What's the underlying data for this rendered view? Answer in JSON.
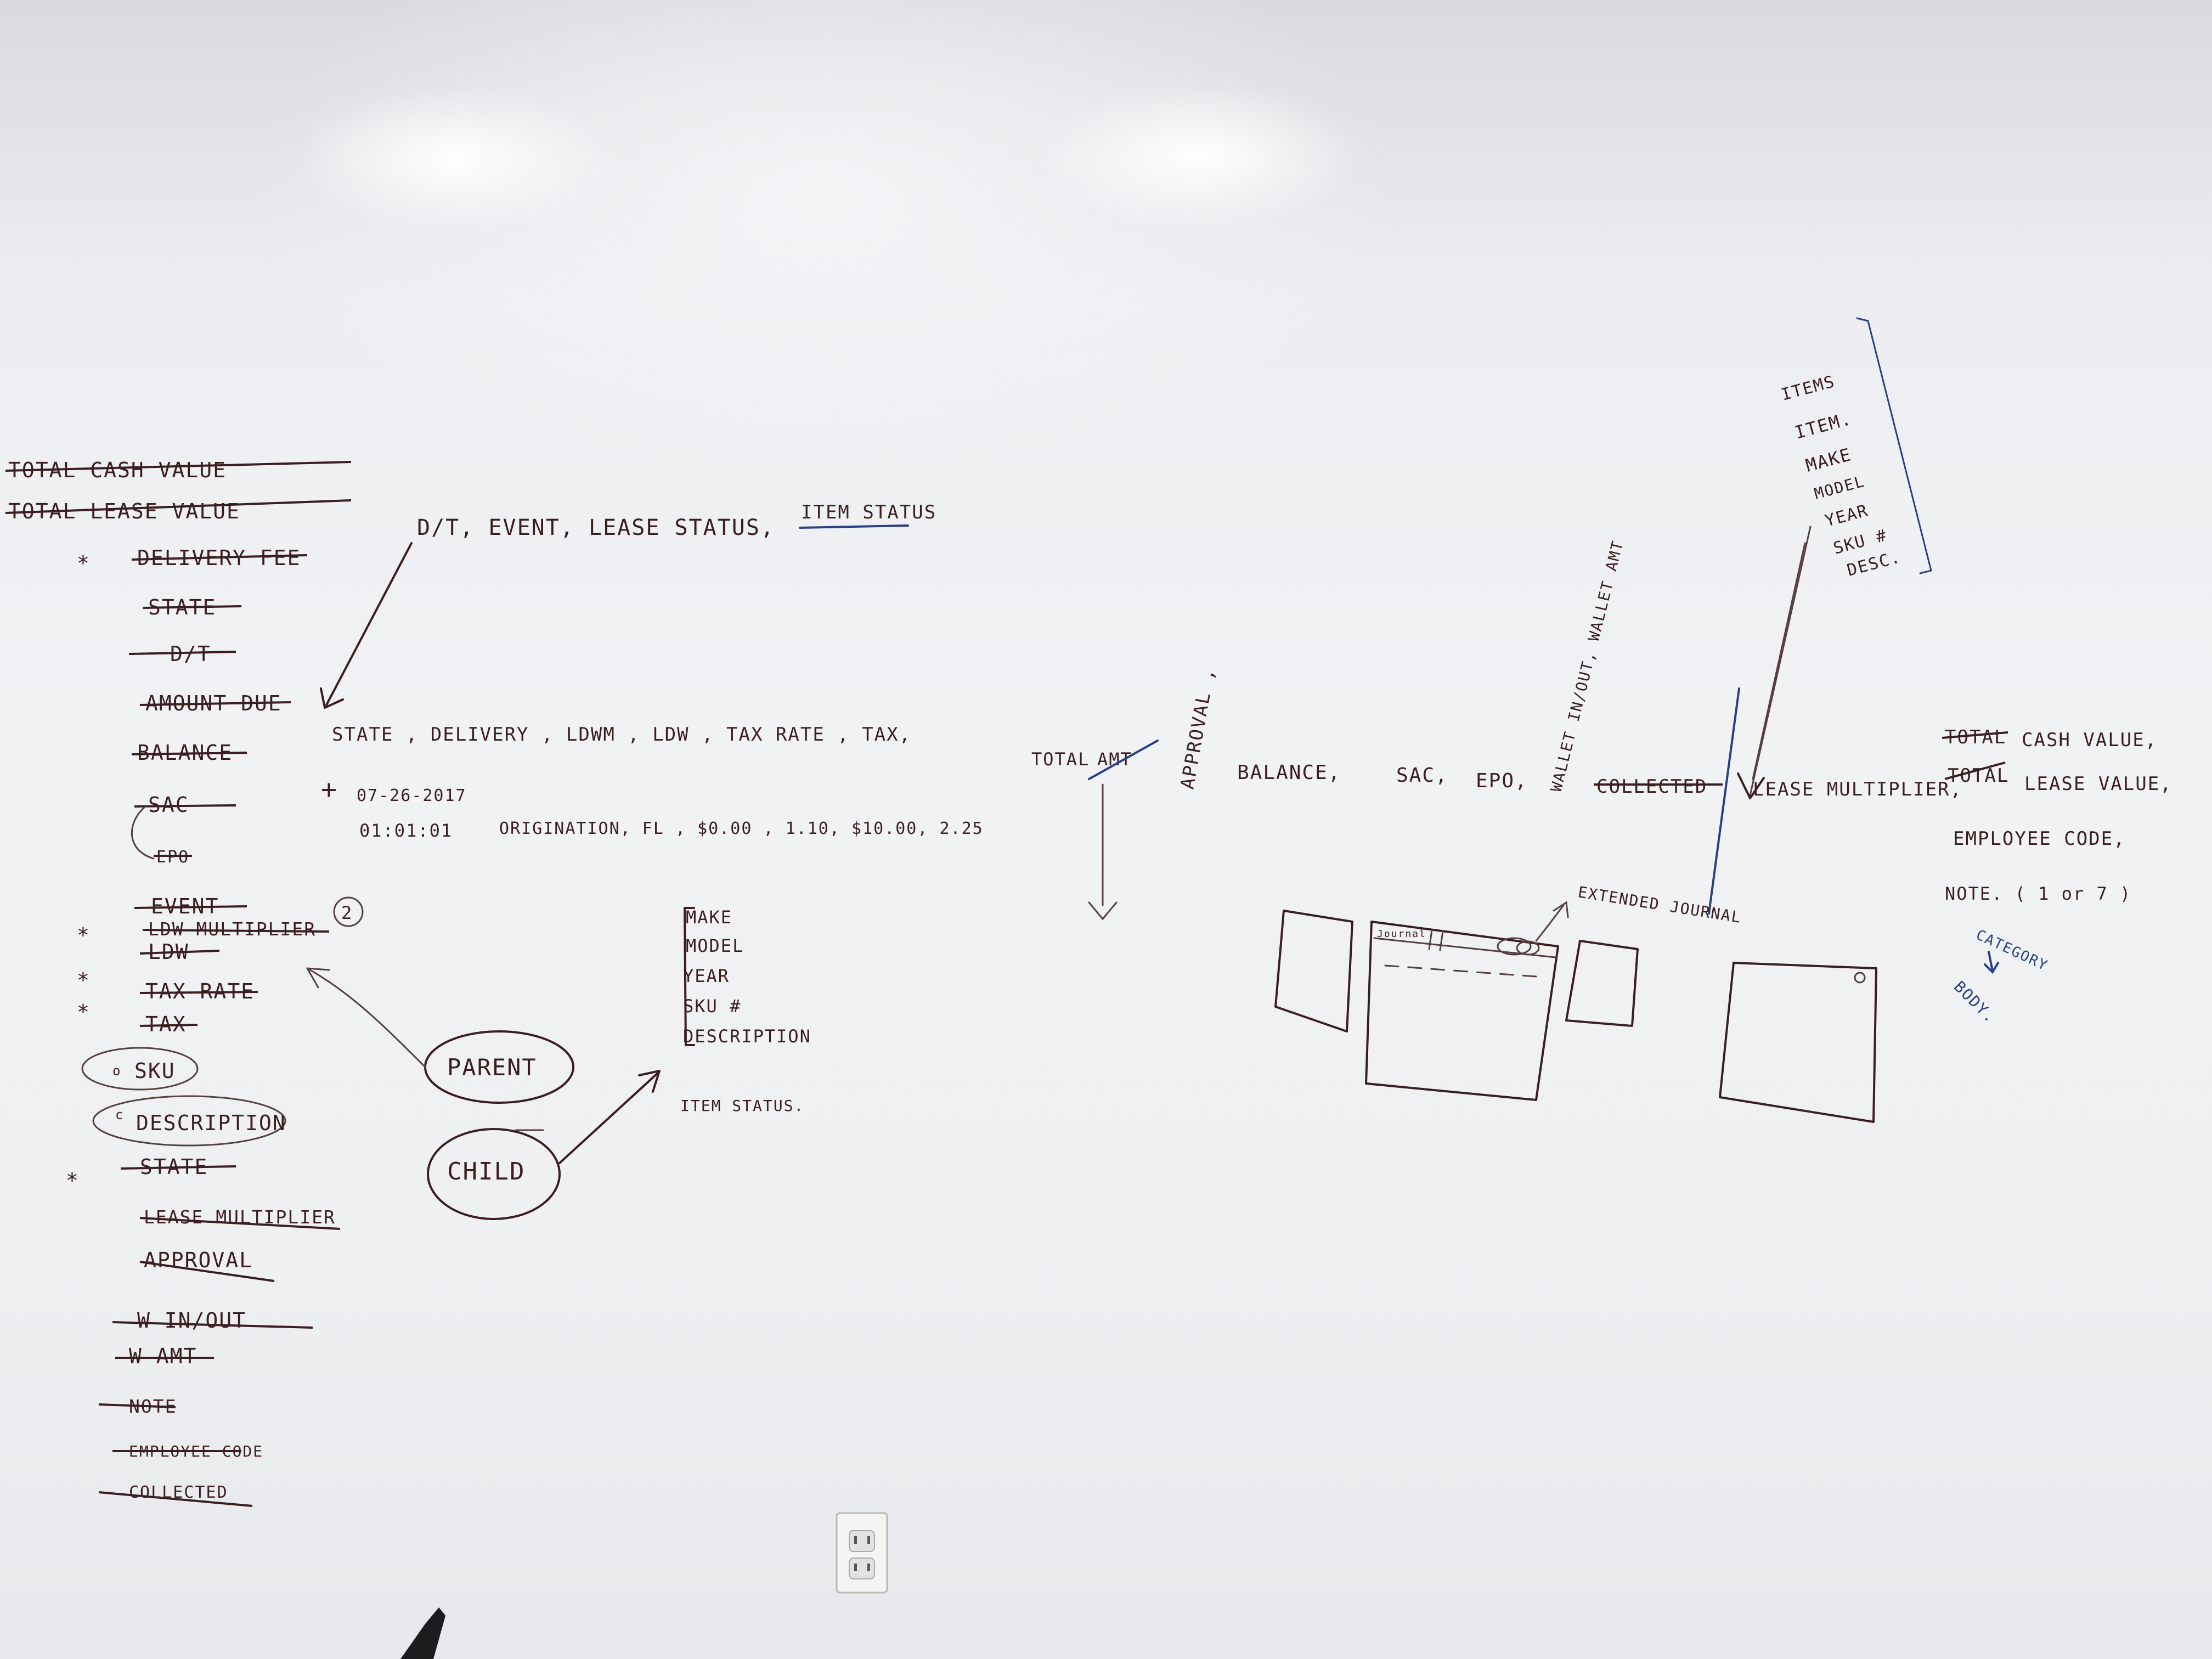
{
  "left_list": {
    "items": [
      "TOTAL CASH VALUE",
      "TOTAL LEASE VALUE",
      "DELIVERY FEE",
      "STATE",
      "D/T",
      "AMOUNT DUE",
      "BALANCE",
      "SAC",
      "EPO",
      "EVENT",
      "LDW MULTIPLIER",
      "LDW",
      "TAX RATE",
      "TAX",
      "SKU",
      "DESCRIPTION",
      "STATE",
      "LEASE MULTIPLIER",
      "APPROVAL",
      "W IN/OUT",
      "W AMT",
      "NOTE",
      "EMPLOYEE CODE",
      "COLLECTED"
    ],
    "asterisk": "*",
    "sku_prefix": "o",
    "description_prefix": "c",
    "circled_number": "2"
  },
  "header_line": {
    "text": "D/T, EVENT, LEASE STATUS,",
    "underlined": "ITEM STATUS"
  },
  "detail_line": {
    "columns": "STATE , DELIVERY , LDWM , LDW , TAX RATE , TAX,",
    "plus": "+",
    "date": "07-26-2017",
    "time": "01:01:01",
    "values": "ORIGINATION, FL , $0.00 , 1.10, $10.00, 2.25"
  },
  "parent_child": {
    "parent": "PARENT",
    "child": "CHILD"
  },
  "child_fields": {
    "items": [
      "MAKE",
      "MODEL",
      "YEAR",
      "SKU #",
      "DESCRIPTION"
    ],
    "status": "ITEM STATUS."
  },
  "right_line": {
    "total": "TOTAL",
    "amt": "AMT",
    "approval": "APPROVAL ,",
    "balance": "BALANCE,",
    "sac": "SAC,",
    "epo": "EPO,",
    "wallet": "WALLET IN/OUT, WALLET AMT",
    "collected": "COLLECTED",
    "lease_multiplier": "LEASE MULTIPLIER,"
  },
  "items_box": {
    "items": [
      "ITEMS",
      "ITEM.",
      "MAKE",
      "MODEL",
      "YEAR",
      "SKU #",
      "DESC."
    ]
  },
  "right_column": {
    "line1_strike": "TOTAL",
    "line1": "CASH VALUE,",
    "line2_strike": "TOTAL",
    "line2": "LEASE VALUE,",
    "line3": "EMPLOYEE CODE,",
    "note": "NOTE. ( 1 or 7 )",
    "category": "CATEGORY",
    "body": "BODY."
  },
  "sketch": {
    "journal_label": "EXTENDED JOURNAL",
    "tab_label": "Journal"
  },
  "colors": {
    "ink": "#3a1e20",
    "blue_ink": "#2a3f86",
    "board": "#eceef1"
  }
}
